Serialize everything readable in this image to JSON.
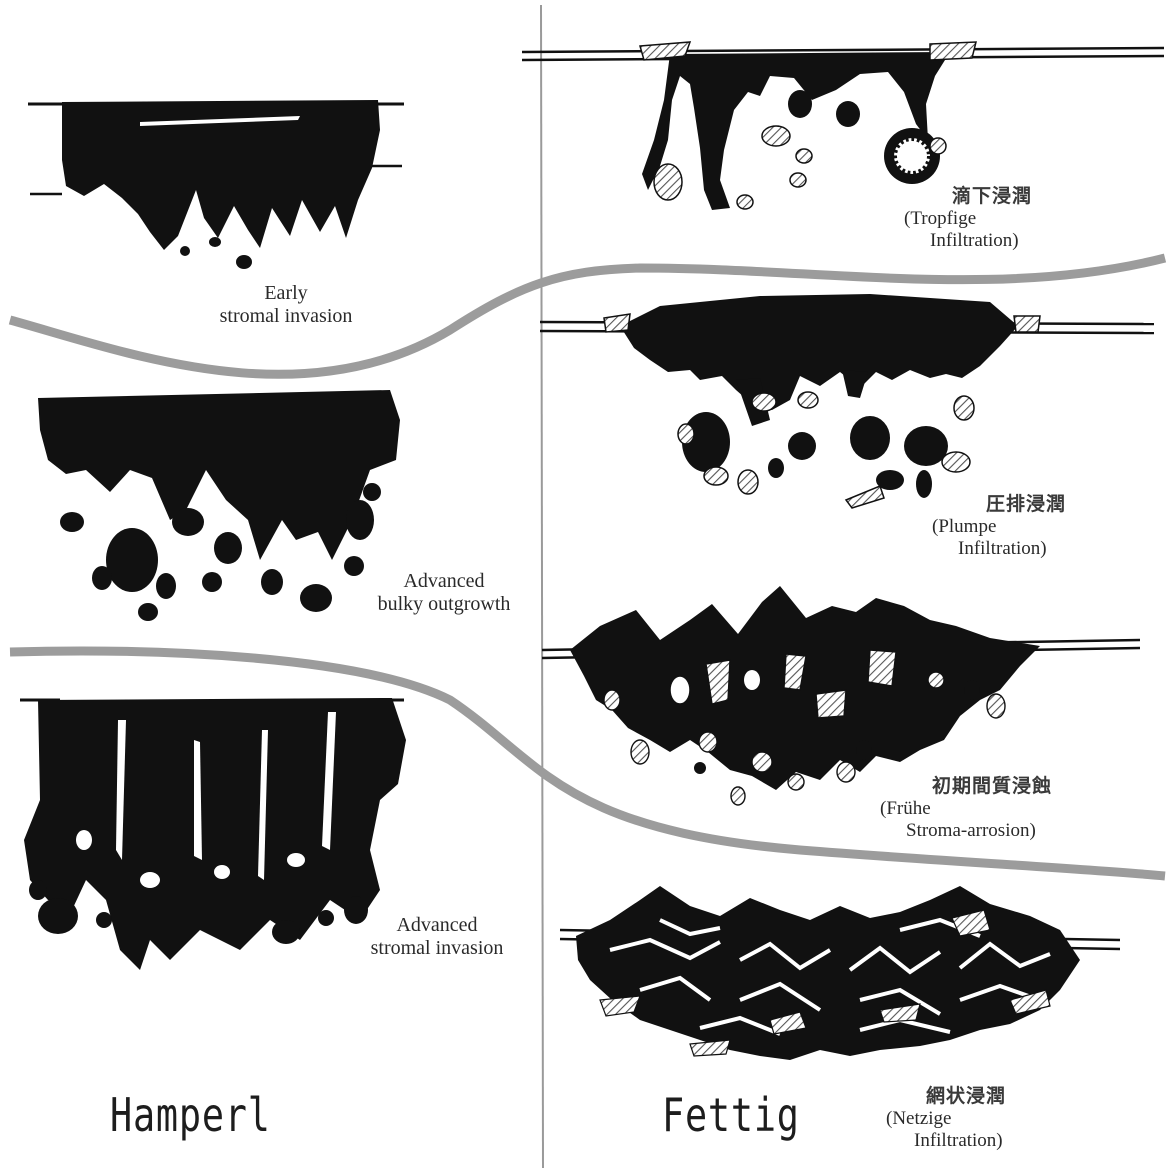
{
  "colors": {
    "ink": "#111111",
    "band": "#9c9c9c",
    "divider": "#9a9a9a",
    "hatch": "#555555"
  },
  "left": {
    "author": "Hamperl",
    "stages": [
      {
        "label_line1": "Early",
        "label_line2": "stromal invasion"
      },
      {
        "label_line1": "Advanced",
        "label_line2": "bulky outgrowth"
      },
      {
        "label_line1": "Advanced",
        "label_line2": "stromal invasion"
      }
    ]
  },
  "right": {
    "author": "Fettig",
    "stages": [
      {
        "japanese": "滴下浸潤",
        "german_line1": "(Tropfige",
        "german_line2": "Infiltration)"
      },
      {
        "japanese": "圧排浸潤",
        "german_line1": "(Plumpe",
        "german_line2": "Infiltration)"
      },
      {
        "japanese": "初期間質浸蝕",
        "german_line1": "(Frühe",
        "german_line2": "Stroma-arrosion)"
      },
      {
        "japanese": "網状浸潤",
        "german_line1": "(Netzige",
        "german_line2": "Infiltration)"
      }
    ]
  }
}
